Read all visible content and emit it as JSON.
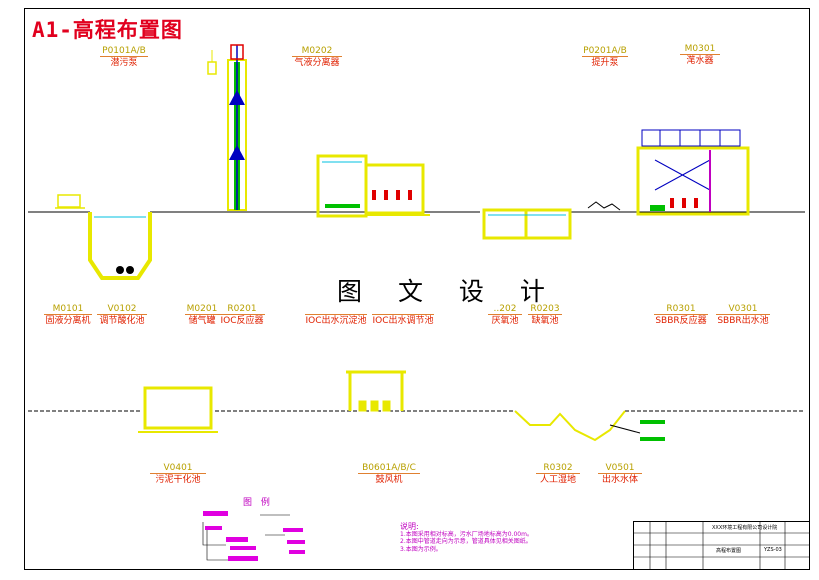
{
  "title": "A1-高程布置图",
  "watermark": "图 文 设 计",
  "labels_top": [
    {
      "code": "P0101A/B",
      "name": "潜污泵"
    },
    {
      "code": "M0202",
      "name": "气液分离器"
    },
    {
      "code": "P0201A/B",
      "name": "提升泵"
    },
    {
      "code": "M0301",
      "name": "滗水器"
    }
  ],
  "labels_mid": [
    {
      "code": "M0101",
      "name": "固液分离机"
    },
    {
      "code": "V0102",
      "name": "调节酸化池"
    },
    {
      "code": "M0201",
      "name": "储气罐"
    },
    {
      "code": "R0201",
      "name": "IOC反应器"
    },
    {
      "code": "",
      "name": "IOC出水沉淀池"
    },
    {
      "code": "",
      "name": "IOC出水调节池"
    },
    {
      "code": "..202",
      "name": "厌氧池"
    },
    {
      "code": "R0203",
      "name": "缺氧池"
    },
    {
      "code": "R0301",
      "name": "SBBR反应器"
    },
    {
      "code": "V0301",
      "name": "SBBR出水池"
    }
  ],
  "labels_bot": [
    {
      "code": "V0401",
      "name": "污泥干化池"
    },
    {
      "code": "B0601A/B/C",
      "name": "鼓风机"
    },
    {
      "code": "R0302",
      "name": "人工湿地"
    },
    {
      "code": "V0501",
      "name": "出水水体"
    }
  ],
  "legend_title": "图 例",
  "notes": {
    "heading": "说明:",
    "lines": [
      "1.本图采用相对标高，污水厂场地标高为0.00m。",
      "2.本图中管道走向为示意，管道具体见相关图纸。",
      "3.本图为示例。"
    ]
  },
  "title_block": {
    "company": "XXX环境工程有限公司设计院",
    "drawing_name": "高程布置图",
    "drawing_no": "YZS-03"
  }
}
